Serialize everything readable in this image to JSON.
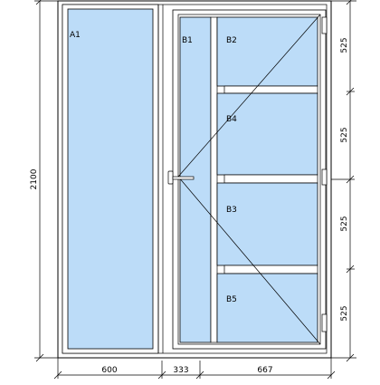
{
  "panes": {
    "a1": "A1",
    "b1": "B1",
    "b2": "B2",
    "b3": "B3",
    "b4": "B4",
    "b5": "B5"
  },
  "dimensions": {
    "height_total": "2100",
    "widths": [
      "600",
      "333",
      "667"
    ],
    "heights": [
      "525",
      "525",
      "525",
      "525"
    ]
  },
  "colors": {
    "glass": "#bcdcf8",
    "frame": "#ffffff",
    "line": "#000000"
  }
}
